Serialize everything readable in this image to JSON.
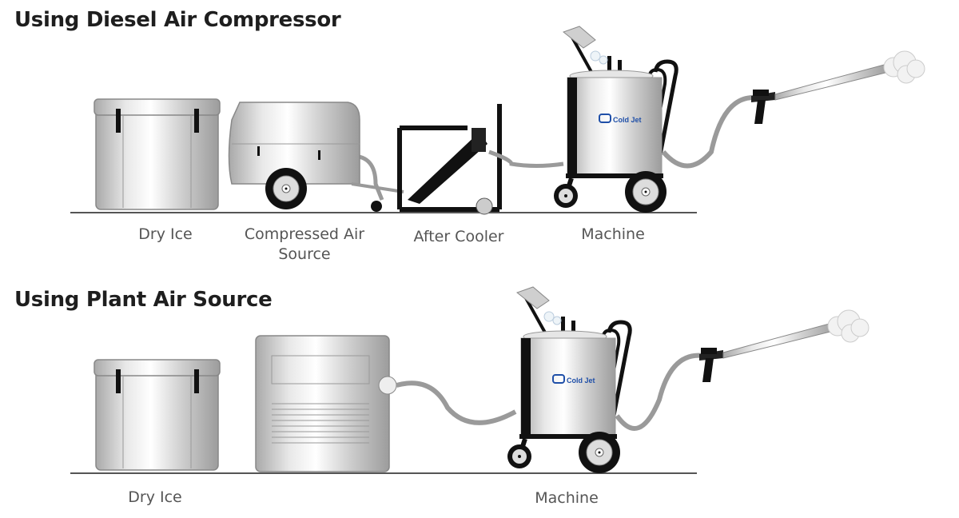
{
  "section1": {
    "title": "Using Diesel Air Compressor",
    "labels": {
      "dry_ice": "Dry Ice",
      "compressed_air_line1": "Compressed Air",
      "compressed_air_line2": "Source",
      "after_cooler": "After Cooler",
      "machine": "Machine"
    }
  },
  "section2": {
    "title": "Using Plant Air Source",
    "labels": {
      "dry_ice": "Dry Ice",
      "machine": "Machine"
    }
  },
  "brand_logo_text": "Cold Jet",
  "colors": {
    "brand": "#1f4fa8",
    "hose": "#9a9a9a",
    "metal": "#d6d6d6"
  }
}
